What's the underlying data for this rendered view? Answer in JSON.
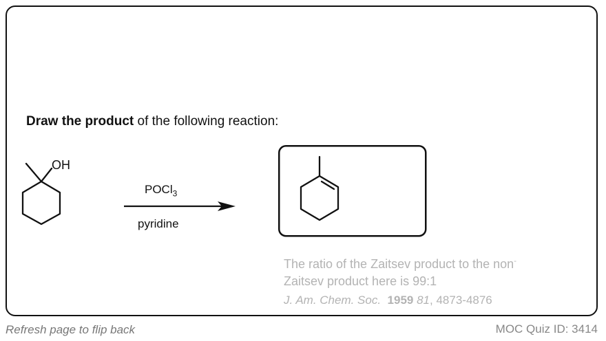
{
  "question": {
    "bold_part": "Draw the product",
    "rest": "of the following reaction:"
  },
  "reactant": {
    "oh_label": "OH"
  },
  "reagents": {
    "reagent_main": "POCl",
    "reagent_subscript": "3",
    "solvent": "pyridine"
  },
  "product": {
    "name": "1-methylcyclohexene"
  },
  "note": {
    "line1": "The ratio of the Zaitsev product to the non",
    "line1_superscript": "-",
    "line2": "Zaitsev product here is 99:1"
  },
  "citation": {
    "journal": "J. Am. Chem. Soc.",
    "year": "1959",
    "volume": "81",
    "pages": ", 4873-4876"
  },
  "footer": {
    "left": "Refresh page to flip back",
    "right": "MOC Quiz ID: 3414"
  }
}
